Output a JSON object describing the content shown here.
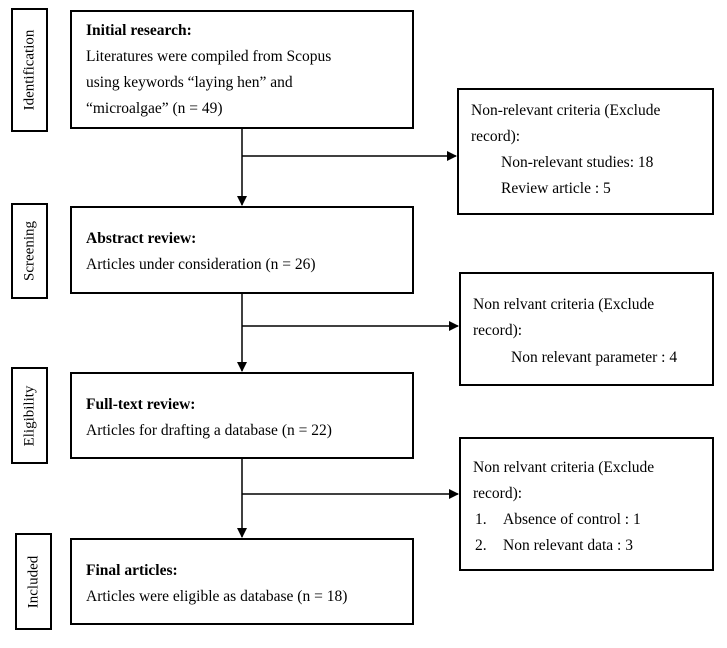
{
  "stages": {
    "identification": "Identification",
    "screening": "Screening",
    "eligibility": "Eligibility",
    "included": "Included"
  },
  "main_boxes": {
    "initial": {
      "title": "Initial research:",
      "lines": [
        "Literatures were compiled from Scopus",
        "using keywords “laying hen” and",
        "“microalgae” (n = 49)"
      ]
    },
    "abstract": {
      "title": "Abstract review:",
      "lines": [
        "Articles under consideration (n = 26)"
      ]
    },
    "fulltext": {
      "title": "Full-text review:",
      "lines": [
        "Articles for drafting a database (n = 22)"
      ]
    },
    "final": {
      "title": "Final articles:",
      "lines": [
        "Articles were eligible as database (n = 18)"
      ]
    }
  },
  "exclusion_boxes": {
    "first": {
      "lines": [
        "Non-relevant criteria (Exclude",
        "record):",
        "Non-relevant studies: 18",
        "Review article : 5"
      ]
    },
    "second": {
      "lines": [
        "Non relvant criteria (Exclude",
        "record):",
        "Non relevant parameter : 4"
      ]
    },
    "third": {
      "lines": [
        "Non relvant criteria (Exclude",
        "record):",
        "1.",
        "Absence of control : 1",
        "2.",
        "Non relevant data : 3"
      ]
    }
  }
}
